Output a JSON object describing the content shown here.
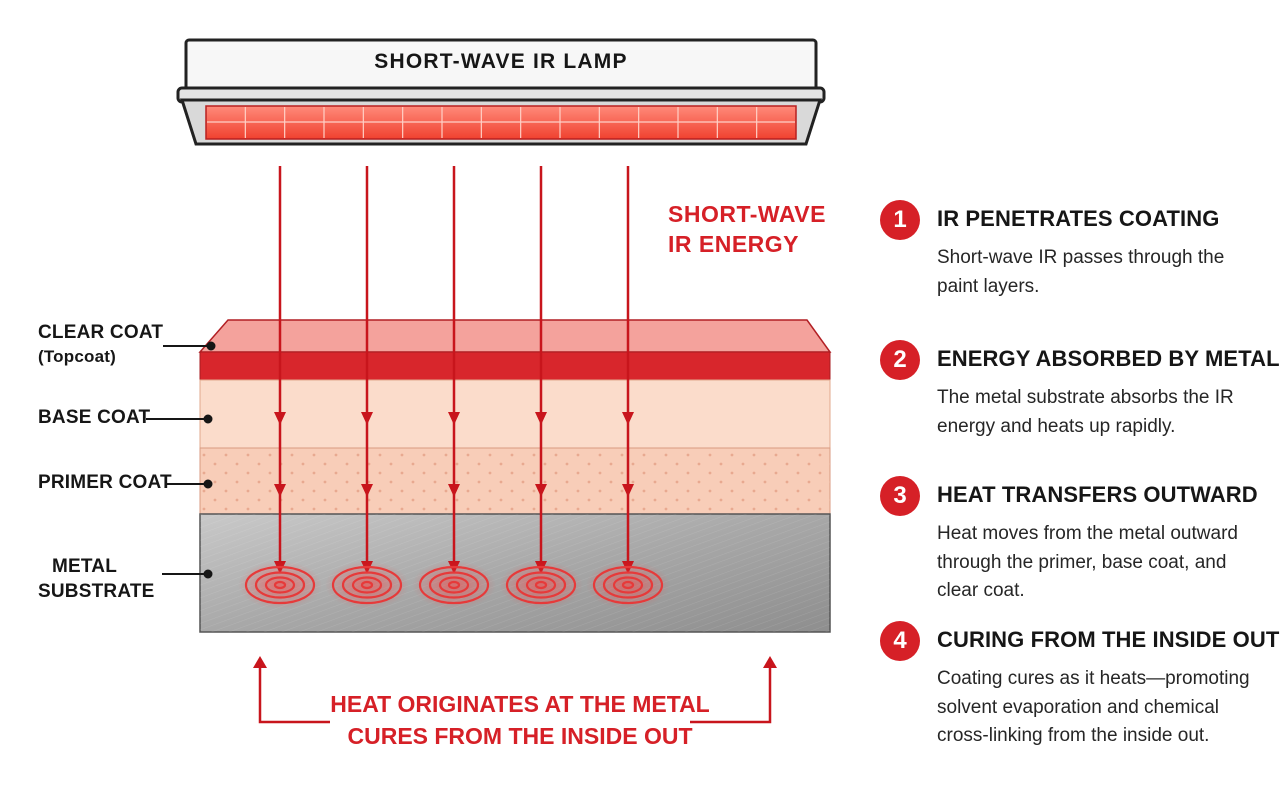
{
  "lamp": {
    "title": "SHORT-WAVE IR LAMP"
  },
  "energy_label": {
    "line1": "SHORT-WAVE",
    "line2": "IR ENERGY"
  },
  "layers": {
    "clear_coat": {
      "label": "CLEAR COAT",
      "sub": "(Topcoat)"
    },
    "base_coat": {
      "label": "BASE COAT"
    },
    "primer_coat": {
      "label": "PRIMER COAT"
    },
    "metal_substrate": {
      "line1": "METAL",
      "line2": "SUBSTRATE"
    }
  },
  "bottom_note": {
    "line1": "HEAT ORIGINATES AT THE METAL",
    "line2": "CURES FROM THE INSIDE OUT"
  },
  "steps": [
    {
      "number": "1",
      "title": "IR PENETRATES COATING",
      "description": "Short-wave IR passes through the paint layers."
    },
    {
      "number": "2",
      "title": "ENERGY ABSORBED BY METAL",
      "description": "The metal substrate absorbs the IR energy and heats up rapidly."
    },
    {
      "number": "3",
      "title": "HEAT TRANSFERS OUTWARD",
      "description": "Heat moves from the metal outward through the primer, base coat, and clear coat."
    },
    {
      "number": "4",
      "title": "CURING FROM THE INSIDE OUT",
      "description": "Coating cures as it heats—promoting solvent evaporation and chemical cross-linking from the inside out."
    }
  ],
  "colors": {
    "accent": "#d62027",
    "clear_coat": "#d8262c",
    "base_coat": "#fbdccb",
    "primer_coat": "#f8cdb8",
    "metal": "#a9a9a9"
  },
  "arrow_count": 5
}
